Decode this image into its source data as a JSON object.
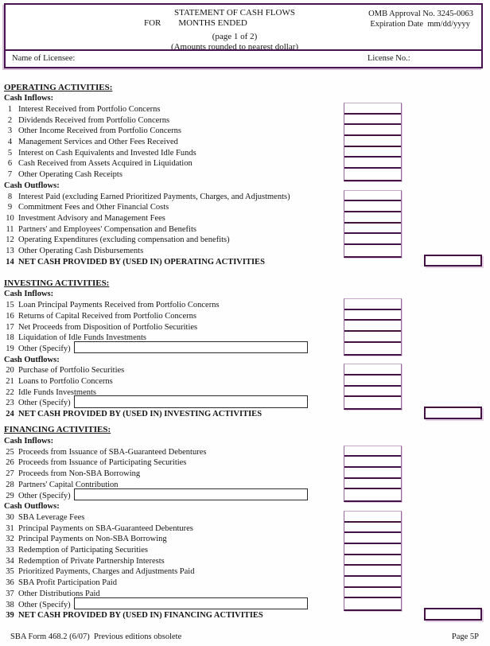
{
  "header": {
    "title_line1": "STATEMENT OF CASH FLOWS",
    "for_label": "FOR",
    "months_ended_label": "MONTHS ENDED",
    "page_note": "(page 1 of 2)",
    "amounts_note": "(Amounts rounded to nearest dollar)",
    "omb_approval": "OMB Approval No. 3245-0063",
    "expiration": "Expiration Date  mm/dd/yyyy",
    "name_of_licensee_label": "Name of Licensee:",
    "license_no_label": "License No.:"
  },
  "sections": [
    {
      "id": "operating",
      "title": "OPERATING ACTIVITIES:",
      "groups": [
        {
          "subtitle": "Cash Inflows:",
          "rows": [
            {
              "num": "1",
              "label": "Interest Received from Portfolio Concerns"
            },
            {
              "num": "2",
              "label": "Dividends Received from Portfolio Concerns"
            },
            {
              "num": "3",
              "label": "Other Income Received from Portfolio Concerns"
            },
            {
              "num": "4",
              "label": "Management Services and Other Fees Received"
            },
            {
              "num": "5",
              "label": "Interest on Cash Equivalents and Invested Idle Funds"
            },
            {
              "num": "6",
              "label": "Cash Received from Assets Acquired in Liquidation"
            },
            {
              "num": "7",
              "label": "Other Operating Cash Receipts"
            }
          ]
        },
        {
          "subtitle": "Cash Outflows:",
          "rows": [
            {
              "num": "8",
              "label": "Interest Paid (excluding Earned Prioritized Payments, Charges, and Adjustments)"
            },
            {
              "num": "9",
              "label": "Commitment Fees and Other Financial Costs"
            },
            {
              "num": "10",
              "label": "Investment Advisory and Management Fees"
            },
            {
              "num": "11",
              "label": "Partners' and Employees' Compensation and Benefits"
            },
            {
              "num": "12",
              "label": "Operating Expenditures (excluding compensation and benefits)"
            },
            {
              "num": "13",
              "label": "Other Operating Cash Disbursements"
            }
          ]
        }
      ],
      "net": {
        "num": "14",
        "label": "NET CASH PROVIDED BY (USED IN) OPERATING ACTIVITIES"
      }
    },
    {
      "id": "investing",
      "title": "INVESTING ACTIVITIES:",
      "groups": [
        {
          "subtitle": "Cash Inflows:",
          "rows": [
            {
              "num": "15",
              "label": "Loan Principal Payments Received from Portfolio Concerns"
            },
            {
              "num": "16",
              "label": "Returns of Capital Received from Portfolio Concerns"
            },
            {
              "num": "17",
              "label": "Net Proceeds from Disposition of Portfolio Securities"
            },
            {
              "num": "18",
              "label": "Liquidation of Idle Funds Investments"
            },
            {
              "num": "19",
              "label": "Other (Specify)",
              "has_specify": true
            }
          ]
        },
        {
          "subtitle": "Cash Outflows:",
          "rows": [
            {
              "num": "20",
              "label": "Purchase of Portfolio Securities"
            },
            {
              "num": "21",
              "label": "Loans to Portfolio Concerns"
            },
            {
              "num": "22",
              "label": "Idle Funds Investments"
            },
            {
              "num": "23",
              "label": "Other (Specify)",
              "has_specify": true
            }
          ]
        }
      ],
      "net": {
        "num": "24",
        "label": "NET CASH PROVIDED BY (USED IN) INVESTING ACTIVITIES"
      }
    },
    {
      "id": "financing",
      "title": "FINANCING ACTIVITIES:",
      "groups": [
        {
          "subtitle": "Cash Inflows:",
          "rows": [
            {
              "num": "25",
              "label": "Proceeds from Issuance of SBA-Guaranteed Debentures"
            },
            {
              "num": "26",
              "label": "Proceeds from Issuance of Participating Securities"
            },
            {
              "num": "27",
              "label": "Proceeds from Non-SBA Borrowing"
            },
            {
              "num": "28",
              "label": "Partners' Capital Contribution"
            },
            {
              "num": "29",
              "label": "Other (Specify)",
              "has_specify": true
            }
          ]
        },
        {
          "subtitle": "Cash Outflows:",
          "rows": [
            {
              "num": "30",
              "label": "SBA Leverage Fees"
            },
            {
              "num": "31",
              "label": "Principal Payments on SBA-Guaranteed Debentures"
            },
            {
              "num": "32",
              "label": "Principal Payments on Non-SBA Borrowing"
            },
            {
              "num": "33",
              "label": "Redemption of Participating Securities"
            },
            {
              "num": "34",
              "label": "Redemption of Private Partnership Interests"
            },
            {
              "num": "35",
              "label": "Prioritized Payments, Charges and Adjustments Paid"
            },
            {
              "num": "36",
              "label": "SBA Profit Participation Paid"
            },
            {
              "num": "37",
              "label": "Other Distributions Paid"
            },
            {
              "num": "38",
              "label": "Other (Specify)",
              "has_specify": true
            }
          ]
        }
      ],
      "net": {
        "num": "39",
        "label": "NET CASH PROVIDED BY (USED IN) FINANCING ACTIVITIES"
      }
    }
  ],
  "footer": {
    "left": "SBA Form 468.2 (6/07)  Previous editions obsolete",
    "right": "Page 5P"
  },
  "colors": {
    "border_dark_purple": "#4a1452",
    "border_light_purple": "#c9a8c9",
    "specify_border": "#2b2b2b"
  }
}
